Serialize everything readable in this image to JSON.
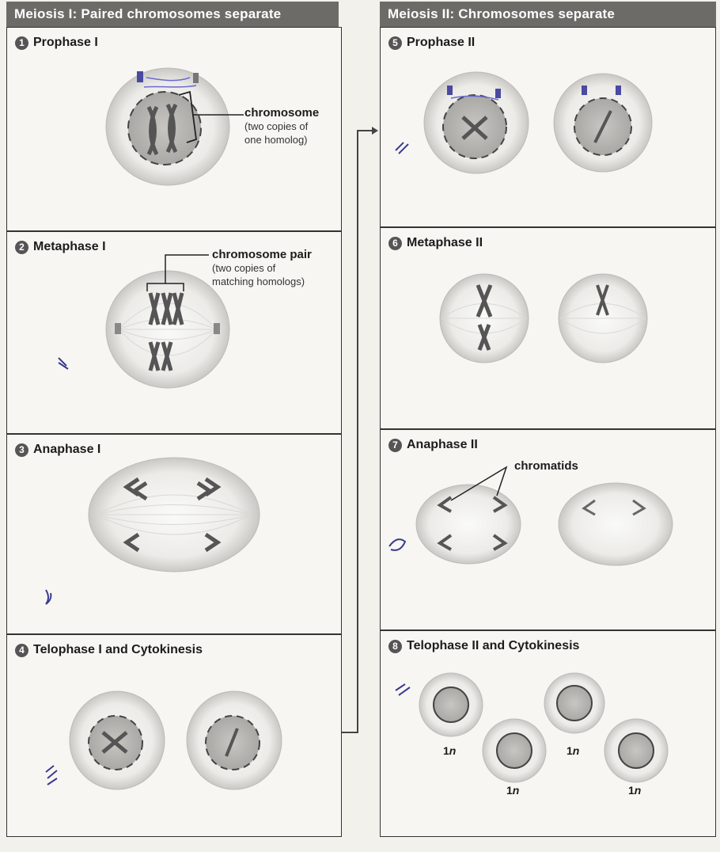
{
  "left_header": "Meiosis I: Paired chromosomes separate",
  "right_header": "Meiosis II: Chromosomes separate",
  "panels": [
    {
      "num": "1",
      "title": "Prophase I"
    },
    {
      "num": "2",
      "title": "Metaphase I"
    },
    {
      "num": "3",
      "title": "Anaphase I"
    },
    {
      "num": "4",
      "title": "Telophase I and Cytokinesis"
    },
    {
      "num": "5",
      "title": "Prophase II"
    },
    {
      "num": "6",
      "title": "Metaphase II"
    },
    {
      "num": "7",
      "title": "Anaphase II"
    },
    {
      "num": "8",
      "title": "Telophase II and Cytokinesis"
    }
  ],
  "labels": {
    "chromosome": "chromosome",
    "chromosome_sub1": "(two copies of",
    "chromosome_sub2": "one homolog)",
    "pair": "chromosome pair",
    "pair_sub1": "(two copies of",
    "pair_sub2": "matching homologs)",
    "chromatids": "chromatids",
    "ploidy_num": "1",
    "ploidy_var": "n"
  }
}
